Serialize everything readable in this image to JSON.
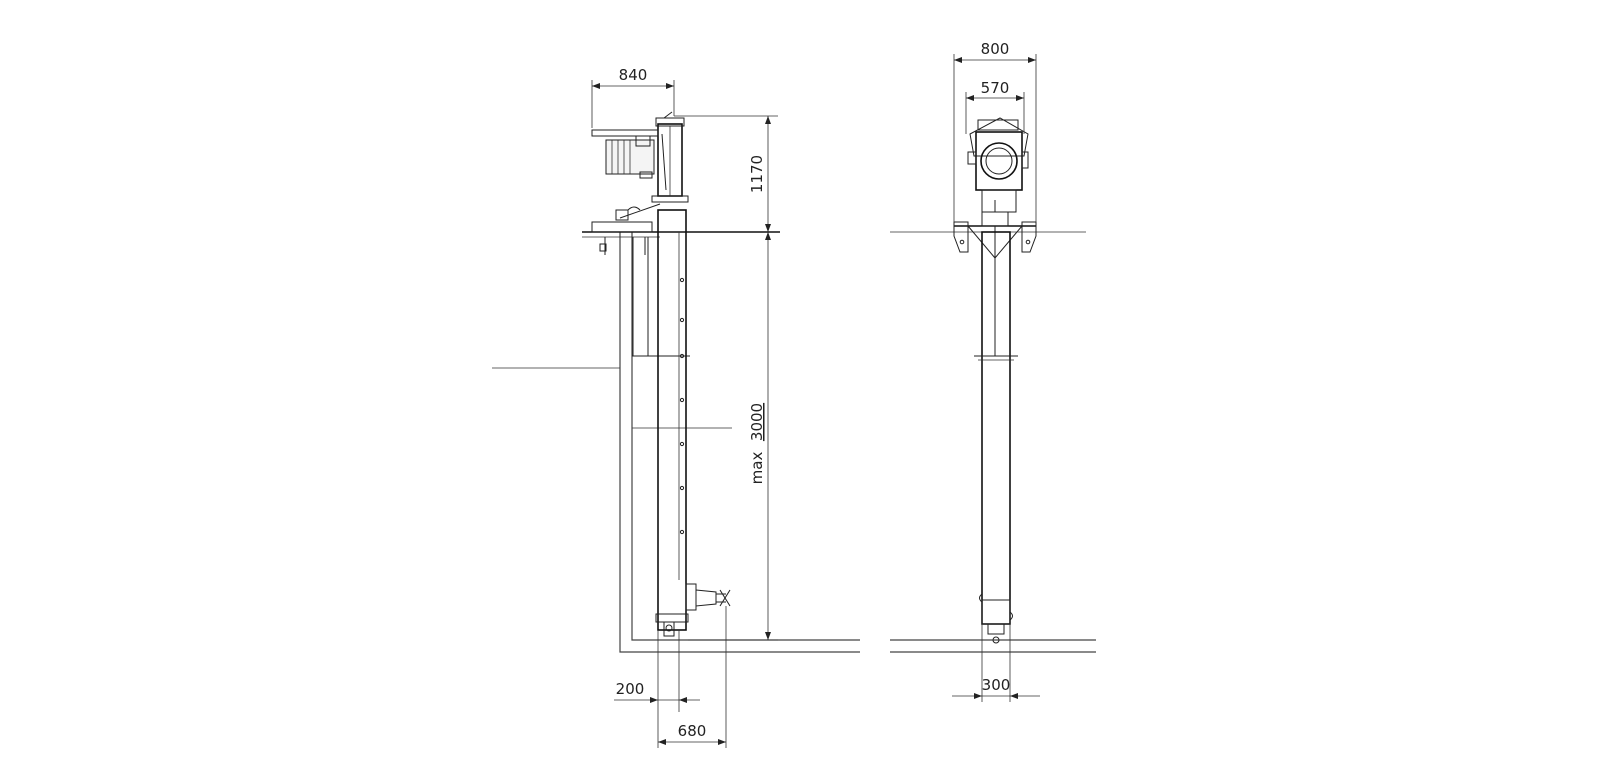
{
  "side_view": {
    "dim_motor_width": "840",
    "dim_motor_height": "1170",
    "dim_depth_prefix": "max",
    "dim_depth_value": "3000",
    "dim_offset_small": "200",
    "dim_offset_outlet": "680"
  },
  "front_view": {
    "dim_overall_width": "800",
    "dim_head_width": "570",
    "dim_tube_width": "300"
  }
}
